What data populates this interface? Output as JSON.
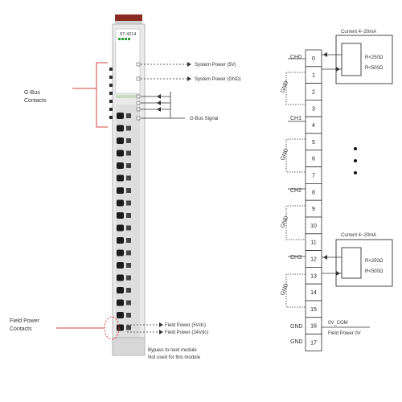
{
  "module": {
    "part_number": "ST-4214"
  },
  "left_labels": {
    "gbus_contacts": [
      "G-Bus",
      "Contacts"
    ],
    "field_power_contacts": [
      "Field Power",
      "Contacts"
    ],
    "system_power_5v": "System Power (5V)",
    "system_power_gnd": "System Power (GND)",
    "gbus_signal": "G-Bus Signal",
    "field_power_5v": "Field Power (5Vdc)",
    "field_power_24v": "Field Power (24Vdc)",
    "bypass": "Bypass to next module",
    "not_used": "Not used for this module"
  },
  "right_diagram": {
    "terminals": [
      "0",
      "1",
      "2",
      "3",
      "4",
      "5",
      "6",
      "7",
      "8",
      "9",
      "10",
      "11",
      "12",
      "13",
      "14",
      "15",
      "16",
      "17"
    ],
    "channel_labels": [
      "CH0",
      "CH1",
      "CH2",
      "CH3"
    ],
    "gnd_label": "GND",
    "current_label": "Current 4~20mA",
    "resistor_250": "R<250Ω",
    "resistor_500": "R<500Ω",
    "com_label": "0V_COM",
    "field_power_0v": "Field Power 0V",
    "ellipsis": "⋮"
  },
  "colors": {
    "callout_red": "#d4453c",
    "module_body": "#e9e9e9",
    "module_top": "#8b2c23",
    "terminal_dark": "#1c1c1c"
  }
}
